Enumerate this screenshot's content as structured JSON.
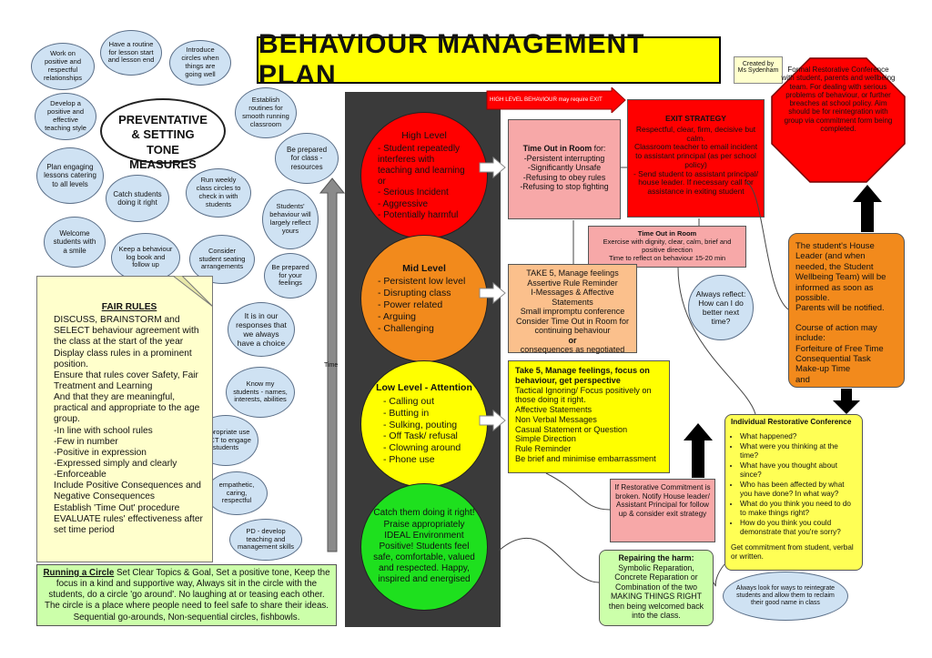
{
  "title": "BEHAVIOUR MANAGEMENT PLAN",
  "created_by": "Created by\nMs Sydenham",
  "preventative": "PREVENTATIVE & SETTING TONE MEASURES",
  "clouds": {
    "work_positive": "Work on positive and respectful relationships",
    "routine_lesson": "Have a routine for lesson start and lesson end",
    "introduce_circles": "Introduce circles when things are going well",
    "develop_style": "Develop a positive and effective teaching style",
    "establish_routines": "Establish routines for smooth running classroom",
    "be_prepared_resources": "Be prepared for class - resources",
    "plan_lessons": "Plan engaging lessons catering to all levels",
    "catch_students": "Catch students doing it right",
    "run_weekly": "Run weekly class circles to check in with students",
    "students_behaviour": "Students' behaviour will largely reflect yours",
    "welcome": "Welcome students with a smile",
    "log_book": "Keep a behaviour log book and follow up",
    "seating": "Consider student seating arrangements",
    "be_prepared_feelings": "Be prepared for your feelings",
    "responses": "It is in our responses that we always have a choice",
    "know_students": "Know my students - names, interests, abilities",
    "ict": "Appropriate use of ICT to engage students",
    "empathetic": "empathetic, caring, respectful",
    "pd": "PD - develop teaching and management skills",
    "always_reflect": "Always reflect: How can I do better next time?",
    "reintegrate": "Always look for ways to reintegrate students and allow them to reclaim their good name in class"
  },
  "fair_rules": {
    "heading": "FAIR RULES",
    "lines": [
      "DISCUSS, BRAINSTORM and SELECT behaviour agreement with the class at the start of the year",
      "Display class rules in a prominent position.",
      "Ensure that rules cover Safety, Fair Treatment and Learning",
      "And that they are meaningful, practical and appropriate to the age group.",
      "-In line with school rules",
      "-Few in number",
      "-Positive in expression",
      "-Expressed simply and clearly",
      "-Enforceable",
      "Include Positive Consequences and Negative Consequences",
      "Establish 'Time Out' procedure",
      "EVALUATE rules' effectiveness after set time period"
    ]
  },
  "running_circle": {
    "heading": "Running a Circle",
    "text": " Set Clear Topics & Goal, Set a positive tone, Keep the focus in a kind and supportive way, Always sit in the circle with the students, do a circle 'go around'. No laughing at or teasing each other. The circle is a place where people need to feel safe to share their ideas. Sequential go-arounds, Non-sequential circles, fishbowls."
  },
  "time_label": "Time",
  "lights": {
    "high": {
      "heading": "High Level",
      "items": [
        "- Student repeatedly interferes with teaching and learning or",
        "- Serious Incident",
        "- Aggressive",
        "- Potentially harmful"
      ]
    },
    "mid": {
      "heading": "Mid Level",
      "items": [
        "- Persistent low level",
        "- Disrupting class",
        "- Power related",
        "- Arguing",
        "- Challenging"
      ]
    },
    "low": {
      "heading": "Low Level - Attention",
      "items": [
        "- Calling out",
        "- Butting in",
        "- Sulking, pouting",
        "- Off Task/ refusal",
        "- Clowning around",
        "- Phone use"
      ]
    },
    "green": "Catch them doing it right! Praise appropriately IDEAL Environment Positive! Students feel safe, comfortable, valued and respected. Happy, inspired and energised"
  },
  "high_level_banner": "HIGH LEVEL BEHAVIOUR may require EXIT",
  "time_out_box": {
    "heading": "Time Out in Room",
    "suffix": " for:",
    "lines": [
      "-Persistent interrupting",
      "-Significantly Unsafe",
      "-Refusing to obey rules",
      "-Refusing to stop fighting"
    ]
  },
  "exit_strategy": {
    "heading": "EXIT STRATEGY",
    "lines": [
      "Respectful, clear, firm, decisive but calm.",
      "Classroom teacher to email incident to assistant principal (as per school policy)",
      "- Send student to assistant principal/ house leader. If necessary call for assistance in exiting student"
    ]
  },
  "formal_restorative": "Formal Restorative Conference with student, parents and wellbeing team. For dealing with serious problems of behaviour, or further breaches at school policy. Aim should be for reintegration with group via commitment form being completed.",
  "time_out_small": {
    "heading": "Time Out in Room",
    "line1": "Exercise with dignity, clear, calm, brief and positive direction",
    "line2": "Time to reflect on behaviour    15-20 min"
  },
  "house_leader": {
    "lines": [
      "The student's House Leader (and when needed, the Student Wellbeing Team) will be informed as soon as possible.",
      "Parents will be notified."
    ],
    "course": [
      "Course of action may include:",
      "Forfeiture of Free Time",
      "Consequential Task",
      "Make-up Time",
      "and"
    ]
  },
  "take5_mid": {
    "lines": [
      "TAKE 5, Manage feelings",
      "Assertive Rule Reminder",
      "I-Messages & Affective Statements",
      "Small impromptu conference",
      "Consider Time Out in Room for continuing behaviour"
    ],
    "or_word": "or",
    "last": "consequences as negotiated"
  },
  "take5_low": {
    "heading": "Take 5, Manage feelings, focus on behaviour, get perspective",
    "lines": [
      "Tactical Ignoring/ Focus positively on those doing it right.",
      "Affective Statements",
      "Non Verbal Messages",
      "Casual Statement or Question",
      "Simple Direction",
      "Rule Reminder",
      "Be brief and minimise embarrassment"
    ]
  },
  "individual_restorative": {
    "heading": "Individual Restorative Conference",
    "questions": [
      "What happened?",
      "What were you thinking at the time?",
      "What have you thought about since?",
      "Who has been affected by what you have done? In what way?",
      "What do you think you need to do to make things right?",
      "How do you think you could demonstrate that you're sorry?"
    ],
    "footer": "Get commitment from student, verbal or written."
  },
  "commitment_broken": "If Restorative Commitment is broken. Notify House leader/ Assistant Principal for follow up & consider exit strategy",
  "repairing": {
    "heading": "Repairing the harm:",
    "text": "Symbolic Reparation, Concrete Reparation or Combination of the two MAKING THINGS RIGHT then being welcomed back into the class."
  },
  "colors": {
    "title_bg": "#ffff00",
    "red": "#ff0000",
    "orange": "#f28a1c",
    "yellow": "#ffff00",
    "green": "#1ee01e",
    "cloud": "#cfe2f3",
    "note": "#ffffcc",
    "pink": "#f7a8a8",
    "peach": "#fbc08c",
    "lightgreen": "#ccffaa",
    "dark": "#3a3a3a"
  }
}
